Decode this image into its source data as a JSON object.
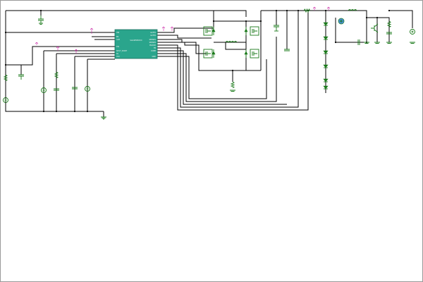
{
  "schematic": {
    "colors": {
      "wire": "#000000",
      "component": "#1a7a1a",
      "ic_body": "#2aa58c",
      "net_label": "#cc2ea8",
      "background": "#ffffff"
    },
    "ic": {
      "part": "SLG46580XXX",
      "left_pins": [
        "VIN",
        "EN",
        "ILIM",
        "DIS",
        "SHUT_START",
        "SS",
        "VCC"
      ],
      "right_pins": [
        "GATE1",
        "GATE2",
        "SENSE1",
        "SENSE2",
        "PGOOD",
        "FB",
        "COMP",
        "GND"
      ]
    }
  }
}
